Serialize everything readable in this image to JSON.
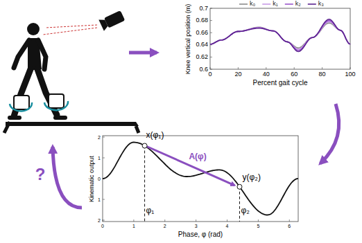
{
  "diagram": {
    "labels": [
      "0.7",
      "0.68",
      "0.66",
      "0.64",
      "0.62",
      "0.6",
      "0",
      "20",
      "40",
      "60",
      "80",
      "100",
      "Percent gait cycle",
      "Knee vertical position (m)",
      "2",
      "1",
      "0",
      "1",
      "2",
      "0",
      "1",
      "2",
      "3",
      "4",
      "5",
      "6",
      "Kinematic output",
      "Phase, φ (rad)",
      "x(φ₁)",
      "y(φ₂)",
      "A(φ)",
      "φ₁",
      "φ₂",
      "?"
    ],
    "legend": [
      {
        "text": "k₀"
      },
      {
        "text": "k₁"
      },
      {
        "text": "k₂"
      },
      {
        "text": "k₃"
      }
    ]
  }
}
